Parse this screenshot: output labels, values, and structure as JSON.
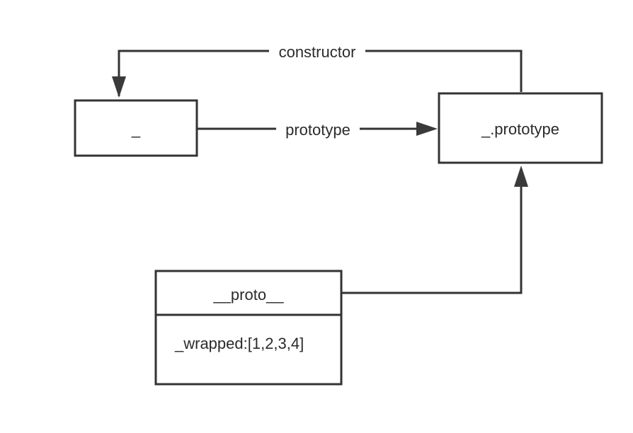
{
  "nodes": {
    "underscore": {
      "label": "_"
    },
    "prototype": {
      "label": "_.prototype"
    },
    "instance": {
      "header": "__proto__",
      "field": "_wrapped:[1,2,3,4]"
    }
  },
  "edges": {
    "constructor": {
      "label": "constructor"
    },
    "prototype": {
      "label": "prototype"
    }
  },
  "colors": {
    "stroke": "#333333",
    "text": "#2b2b2b",
    "background": "#ffffff"
  }
}
